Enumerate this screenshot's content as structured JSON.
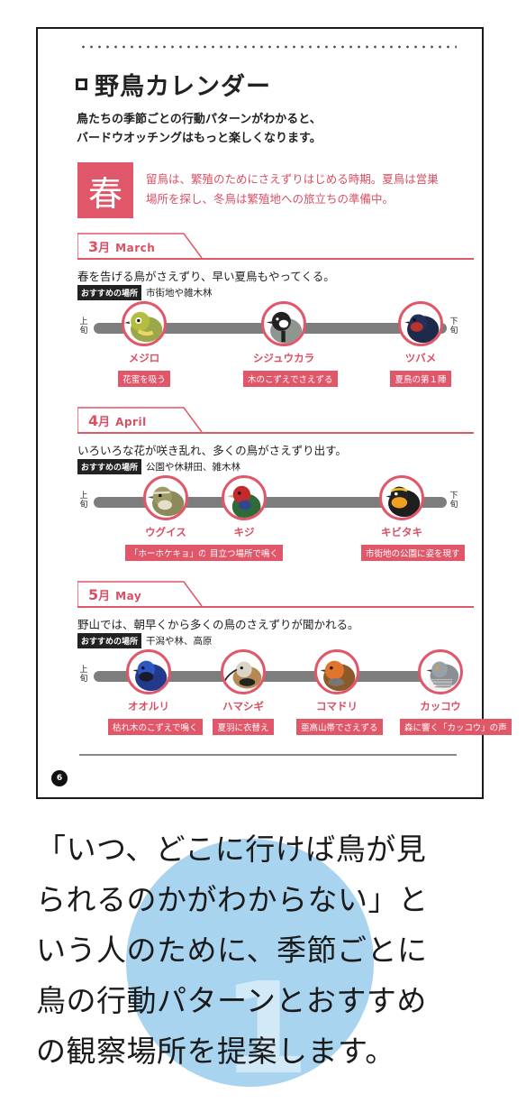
{
  "title": "野鳥カレンダー",
  "intro": [
    "鳥たちの季節ごとの行動パターンがわかると、",
    "バードウオッチングはもっと楽しくなります。"
  ],
  "season": {
    "kanji": "春",
    "desc": [
      "留鳥は、繁殖のためにさえずりはじめる時期。夏鳥は営巣",
      "場所を探し、冬鳥は繁殖地への旅立ちの準備中。"
    ]
  },
  "place_badge": "おすすめの場所",
  "timeline_start": "上旬",
  "timeline_end": "下旬",
  "months": [
    {
      "num": "3",
      "unit": "月",
      "en": "March",
      "desc": "春を告げる鳥がさえずり、早い夏鳥もやってくる。",
      "place": "市街地や雑木林",
      "birds": [
        {
          "name": "メジロ",
          "tag": "花蜜を吸う",
          "icon": "mejiro-icon"
        },
        {
          "name": "シジュウカラ",
          "tag": "木のこずえでさえずる",
          "icon": "shijukara-icon"
        },
        {
          "name": "ツバメ",
          "tag": "夏鳥の第１陣",
          "icon": "tsubame-icon"
        }
      ]
    },
    {
      "num": "4",
      "unit": "月",
      "en": "April",
      "desc": "いろいろな花が咲き乱れ、多くの鳥がさえずり出す。",
      "place": "公園や休耕田、雑木林",
      "birds": [
        {
          "name": "ウグイス",
          "tag": "「ホーホケキョ」の声",
          "icon": "uguisu-icon"
        },
        {
          "name": "キジ",
          "tag": "目立つ場所で鳴く",
          "icon": "kiji-icon"
        },
        {
          "name": "キビタキ",
          "tag": "市街地の公園に姿を現す",
          "icon": "kibitaki-icon"
        }
      ]
    },
    {
      "num": "5",
      "unit": "月",
      "en": "May",
      "desc": "野山では、朝早くから多くの鳥のさえずりが聞かれる。",
      "place": "干潟や林、高原",
      "birds": [
        {
          "name": "オオルリ",
          "tag": "枯れ木のこずえで鳴く",
          "icon": "ooruri-icon"
        },
        {
          "name": "ハマシギ",
          "tag": "夏羽に衣替え",
          "icon": "hamashigi-icon"
        },
        {
          "name": "コマドリ",
          "tag": "亜高山帯でさえずる",
          "icon": "komadori-icon"
        },
        {
          "name": "カッコウ",
          "tag": "森に響く「カッコウ」の声",
          "icon": "kakkou-icon"
        }
      ]
    }
  ],
  "page_number": "6",
  "caption": [
    "「いつ、どこに行けば鳥が見",
    "られるのかがわからない」と",
    "いう人のために、季節ごとに",
    "鳥の行動パターンとおすすめ",
    "の観察場所を提案します。"
  ],
  "badge_number": "1",
  "colors": {
    "accent": "#e0576a",
    "timeline": "#7d7d7d",
    "badge_circle": "#a9d4ef"
  }
}
